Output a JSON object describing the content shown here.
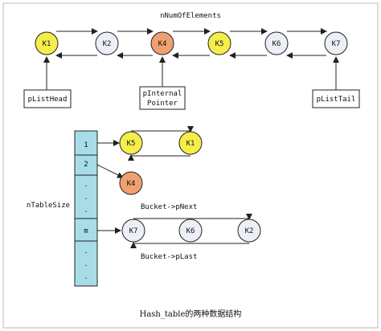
{
  "diagram": {
    "top_label": "nNumOfElements",
    "list_nodes": [
      {
        "label": "K1",
        "fill": "#f5ee4a"
      },
      {
        "label": "K2",
        "fill": "#eceff5"
      },
      {
        "label": "K4",
        "fill": "#f0a070"
      },
      {
        "label": "K5",
        "fill": "#f5ee4a"
      },
      {
        "label": "K6",
        "fill": "#eceff5"
      },
      {
        "label": "K7",
        "fill": "#eceff5"
      }
    ],
    "pointers": {
      "head": "pListHead",
      "internal_line1": "pInternal",
      "internal_line2": "Pointer",
      "tail": "pListTail"
    },
    "table": {
      "size_label": "nTableSize",
      "cells": [
        "1",
        "2",
        ".",
        ".",
        ".",
        "m",
        ".",
        ".",
        "."
      ],
      "fill": "#a8dde8"
    },
    "buckets": {
      "row1": [
        {
          "label": "K5",
          "fill": "#f5ee4a"
        },
        {
          "label": "K1",
          "fill": "#f5ee4a"
        }
      ],
      "row2": [
        {
          "label": "K4",
          "fill": "#f0a070"
        }
      ],
      "row3": [
        {
          "label": "K7",
          "fill": "#eceff5"
        },
        {
          "label": "K6",
          "fill": "#eceff5"
        },
        {
          "label": "K2",
          "fill": "#eceff5"
        }
      ],
      "next_label": "Bucket->pNext",
      "last_label": "Bucket->pLast"
    },
    "caption": "Hash_table的两种数据结构",
    "colors": {
      "stroke": "#222222",
      "frame": "#bbbbbb"
    }
  }
}
